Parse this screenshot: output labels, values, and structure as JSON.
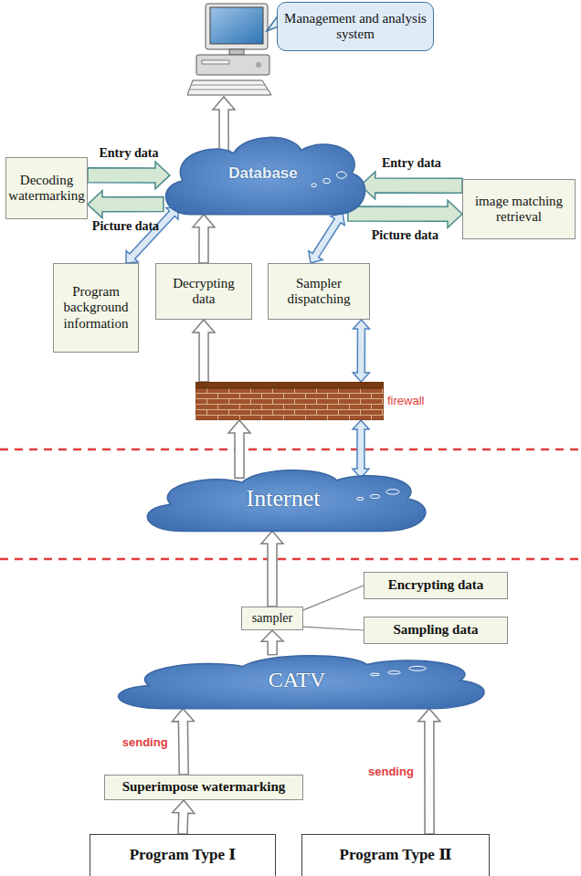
{
  "diagram": {
    "nodes": [
      {
        "text": [
          "Management and analysis system"
        ]
      },
      {
        "text": [
          "Database"
        ]
      },
      {
        "text": [
          "Decoding watermarking"
        ]
      },
      {
        "text": [
          "image matching retrieval"
        ]
      },
      {
        "text": [
          "Program background information"
        ]
      },
      {
        "text": [
          "Decrypting data"
        ]
      },
      {
        "text": [
          "Sampler dispatching"
        ]
      },
      {
        "text": [
          "firewall"
        ]
      },
      {
        "text": [
          "Internet"
        ]
      },
      {
        "text": [
          "sampler"
        ]
      },
      {
        "text": [
          "Encrypting data"
        ]
      },
      {
        "text": [
          "Sampling data"
        ]
      },
      {
        "text": [
          "CATV"
        ]
      },
      {
        "text": [
          "Superimpose watermarking"
        ]
      },
      {
        "text": [
          "Program Type Ⅰ"
        ]
      },
      {
        "text": [
          "Program Type Ⅱ"
        ]
      }
    ],
    "edges": [
      {
        "from": 1,
        "to": 0,
        "arrow": "to"
      },
      {
        "from": 2,
        "to": 1,
        "label": "Entry data",
        "arrow": "to"
      },
      {
        "from": 1,
        "to": 2,
        "label": "Picture data",
        "arrow": "to"
      },
      {
        "from": 3,
        "to": 1,
        "label": "Entry data",
        "arrow": "to"
      },
      {
        "from": 1,
        "to": 3,
        "label": "Picture data",
        "arrow": "to"
      },
      {
        "from": 4,
        "to": 1,
        "arrow": "both"
      },
      {
        "from": 5,
        "to": 1,
        "arrow": "to"
      },
      {
        "from": 6,
        "to": 1,
        "arrow": "both"
      },
      {
        "from": 7,
        "to": 5,
        "arrow": "to"
      },
      {
        "from": 6,
        "to": 7,
        "arrow": "both"
      },
      {
        "from": 8,
        "to": 7,
        "arrow": "to"
      },
      {
        "from": 8,
        "to": 7,
        "arrow": "both"
      },
      {
        "from": 9,
        "to": 8,
        "arrow": "to"
      },
      {
        "from": 9,
        "to": 10,
        "arrow": "none"
      },
      {
        "from": 9,
        "to": 11,
        "arrow": "none"
      },
      {
        "from": 12,
        "to": 9,
        "arrow": "to"
      },
      {
        "from": 13,
        "to": 12,
        "label": "sending",
        "arrow": "to"
      },
      {
        "from": 14,
        "to": 13,
        "arrow": "to"
      },
      {
        "from": 15,
        "to": 12,
        "label": "sending",
        "arrow": "to"
      }
    ]
  }
}
